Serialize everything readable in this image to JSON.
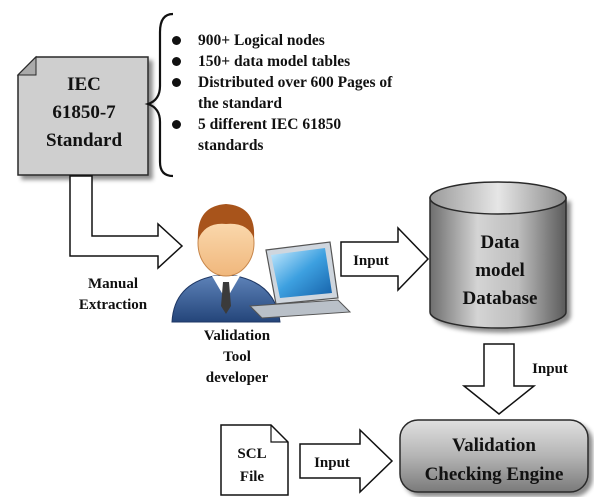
{
  "standard_doc": {
    "line1": "IEC",
    "line2": "61850-7",
    "line3": "Standard"
  },
  "facts": [
    {
      "text": "900+ Logical nodes"
    },
    {
      "text": "150+ data model tables"
    },
    {
      "text": "Distributed over 600 Pages of the standard"
    },
    {
      "text": "5 different IEC 61850 standards"
    }
  ],
  "manual_extraction": {
    "line1": "Manual",
    "line2": "Extraction"
  },
  "developer": {
    "line1": "Validation",
    "line2": "Tool",
    "line3": "developer"
  },
  "database": {
    "line1": "Data",
    "line2": "model",
    "line3": "Database"
  },
  "arrow_dev_to_db": {
    "label": "Input"
  },
  "arrow_db_to_engine": {
    "label": "Input"
  },
  "arrow_scl_to_engine": {
    "label": "Input"
  },
  "scl_file": {
    "line1": "SCL",
    "line2": "File"
  },
  "engine": {
    "line1": "Validation",
    "line2": "Checking Engine"
  }
}
